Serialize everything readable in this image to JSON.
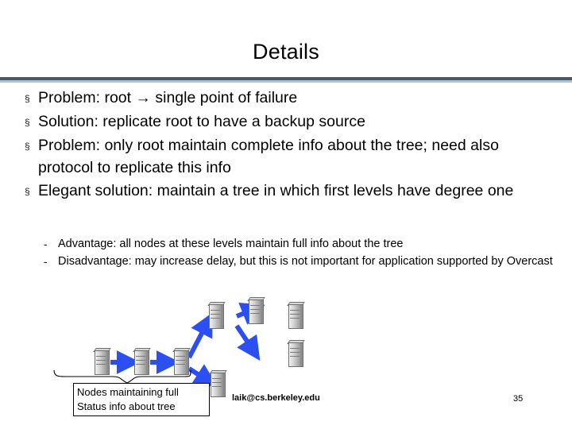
{
  "slide": {
    "title": "Details",
    "bullets": [
      {
        "marker": "§",
        "text": "Problem: root → single point of failure"
      },
      {
        "marker": "§",
        "text": "Solution: replicate root to have a backup source"
      },
      {
        "marker": "§",
        "text": "Problem: only root maintain complete info about the tree; need also protocol to replicate this info"
      },
      {
        "marker": "§",
        "text": "Elegant solution: maintain a tree in which first levels have degree one"
      }
    ],
    "subbullets": [
      {
        "marker": "-",
        "text": "Advantage: all nodes at these levels maintain full info about the tree"
      },
      {
        "marker": "-",
        "text": " Disadvantage: may increase delay, but this is not important for application supported by Overcast"
      }
    ],
    "callout": {
      "line1": "Nodes maintaining full",
      "line2": "Status info about tree"
    },
    "footer": {
      "email": "laik@cs.berkeley.edu",
      "page_number": "35"
    },
    "colors": {
      "rule_dark": "#4a5a68",
      "rule_light": "#a8c4dd",
      "arrow": "#2b4ff0"
    }
  }
}
